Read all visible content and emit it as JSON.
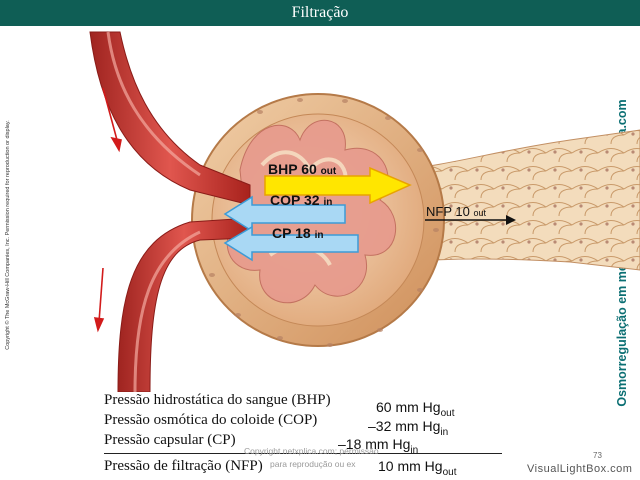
{
  "header": {
    "title": "Filtração"
  },
  "copyright_left": "Copyright © The McGraw-Hill Companies, Inc. Permission required for reproduction or display.",
  "credit_right": "Osmorregulação em meio terrestre © netxplica.com",
  "diagram": {
    "arrows": [
      {
        "abbr": "BHP",
        "value": "60",
        "dir": "out"
      },
      {
        "abbr": "COP",
        "value": "32",
        "dir": "in"
      },
      {
        "abbr": "CP",
        "value": "18",
        "dir": "in"
      },
      {
        "abbr": "NFP",
        "value": "10",
        "dir": "out"
      }
    ],
    "colors": {
      "bhp_fill": "#ffe600",
      "inward_fill": "#a9d8f4",
      "capsule": "#e8b98a",
      "vessel": "#c8342e"
    }
  },
  "legend": {
    "unit": "mm Hg",
    "rows": [
      {
        "label": "Pressão hidrostática do sangue (BHP)",
        "value": "60",
        "sub": "out"
      },
      {
        "label": "Pressão osmótica do coloide (COP)",
        "value": "–32",
        "sub": "in"
      },
      {
        "label": "Pressão capsular (CP)",
        "value": "–18",
        "sub": "in"
      },
      {
        "label": "Pressão de filtração (NFP)",
        "value": "10",
        "sub": "out"
      }
    ]
  },
  "faint_text": {
    "line1": "Copyright netxplica.com; permissão",
    "line2": "para reprodução ou ex"
  },
  "page_number": "73",
  "watermark": "VisualLightBox.com"
}
